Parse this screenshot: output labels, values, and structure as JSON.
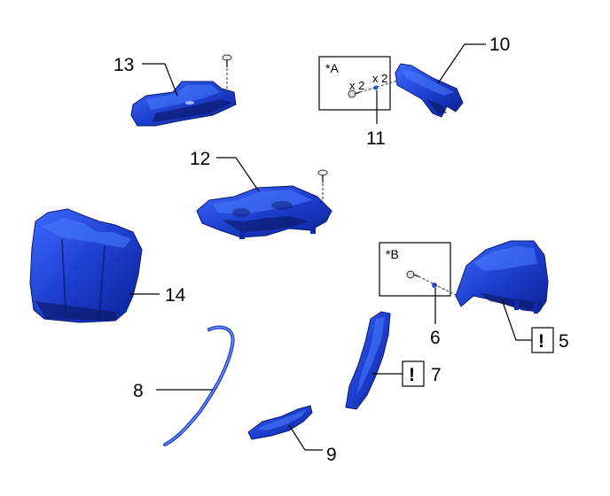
{
  "labels": {
    "p5": "5",
    "p6": "6",
    "p7": "7",
    "p8": "8",
    "p9": "9",
    "p10": "10",
    "p11": "11",
    "p12": "12",
    "p13": "13",
    "p14": "14"
  },
  "insets": {
    "a": {
      "tag": "*A",
      "qty1": "x 2",
      "qty2": "x 2"
    },
    "b": {
      "tag": "*B"
    }
  },
  "caution_mark": "!",
  "colors": {
    "part_blue": "#1e3fcf",
    "part_dark": "#0d2aa8",
    "line": "#000000"
  }
}
